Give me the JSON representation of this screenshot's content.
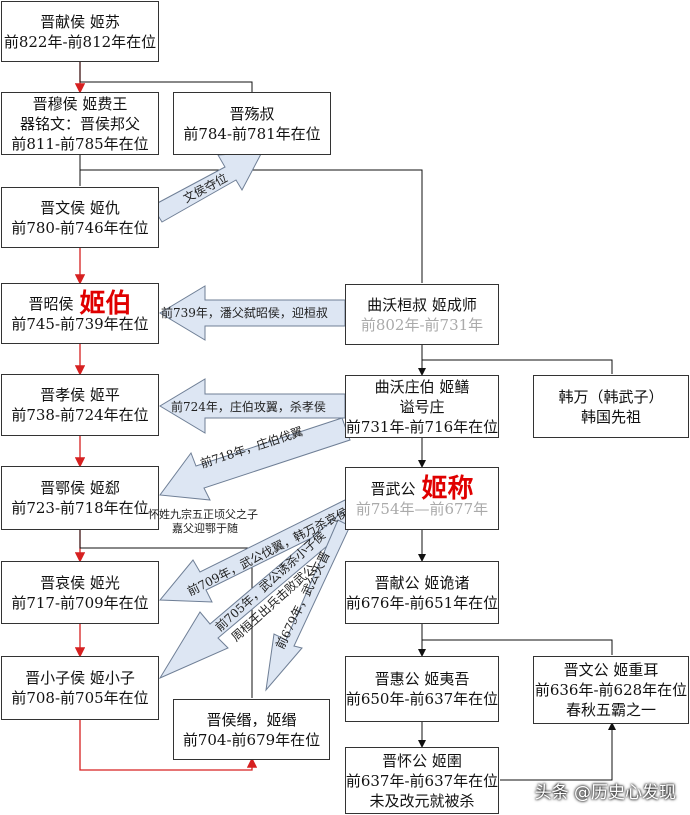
{
  "nodes": {
    "jin_xianhou": {
      "l1": "晋献侯  姬苏",
      "l2": "前822年-前812年在位"
    },
    "jin_muhou": {
      "l1": "晋穆侯  姬费王",
      "l2": "器铭文：晋侯邦父",
      "l3": "前811-前785年在位"
    },
    "jin_shangshu": {
      "l1": "晋殇叔",
      "l2": "前784-前781年在位"
    },
    "jin_wenhou": {
      "l1": "晋文侯  姬仇",
      "l2": "前780-前746年在位"
    },
    "jin_zhaohou": {
      "l1": "晋昭侯",
      "big": "姬伯",
      "l2": "前745-前739年在位"
    },
    "quwo_huanshu": {
      "l1": "曲沃桓叔  姬成师",
      "l2": "前802年-前731年"
    },
    "jin_xiaohou": {
      "l1": "晋孝侯  姬平",
      "l2": "前738-前724年在位"
    },
    "quwo_zhuangbo": {
      "l1": "曲沃庄伯  姬鳝",
      "l2": "谥号庄",
      "l3": "前731年-前716年在位"
    },
    "hanwan": {
      "l1": "韩万（韩武子）",
      "l2": "韩国先祖"
    },
    "jin_ehou": {
      "l1": "晋鄂侯  姬郄",
      "l2": "前723-前718年在位"
    },
    "jin_wugong": {
      "l1": "晋武公",
      "big": "姬称",
      "l2": "前754年—前677年"
    },
    "jin_aihou": {
      "l1": "晋哀侯  姬光",
      "l2": "前717-前709年在位"
    },
    "jin_xiangong": {
      "l1": "晋献公  姬诡诸",
      "l2": "前676年-前651年在位"
    },
    "jin_xiaozihou": {
      "l1": "晋小子侯  姬小子",
      "l2": "前708-前705年在位"
    },
    "jin_huigong": {
      "l1": "晋惠公  姬夷吾",
      "l2": "前650年-前637年在位"
    },
    "jin_wengong": {
      "l1": "晋文公  姬重耳",
      "l2": "前636年-前628年在位",
      "l3": "春秋五霸之一"
    },
    "jin_hou_min": {
      "l1": "晋侯缗，姬缗",
      "l2": "前704-前679年在位"
    },
    "jin_huaigong": {
      "l1": "晋怀公  姬圉",
      "l2": "前637年-前637年在位",
      "l3": "未及改元就被杀"
    }
  },
  "arrows": {
    "wenhou_seize": "文侯夺位",
    "a739": "前739年，潘父弑昭侯，迎桓叔",
    "a724": "前724年，庄伯攻翼，杀孝侯",
    "a718": "前718年，庄伯伐翼",
    "a709": "前709年，武公伐翼，韩万杀哀侯",
    "a705": "前705年，武公诱杀小子侯",
    "a705_sub": "周桓王出兵击败武公",
    "a679": "前679年，武公灭晋"
  },
  "notes": {
    "ehou_note1": "怀姓九宗五正顷父之子",
    "ehou_note2": "嘉父迎鄂于随"
  },
  "watermark": "头条 @历史心发现",
  "colors": {
    "red_line": "#d62020",
    "arrow_fill": "#dde6f3",
    "arrow_stroke": "#6f7f96",
    "highlight": "#e00000"
  }
}
